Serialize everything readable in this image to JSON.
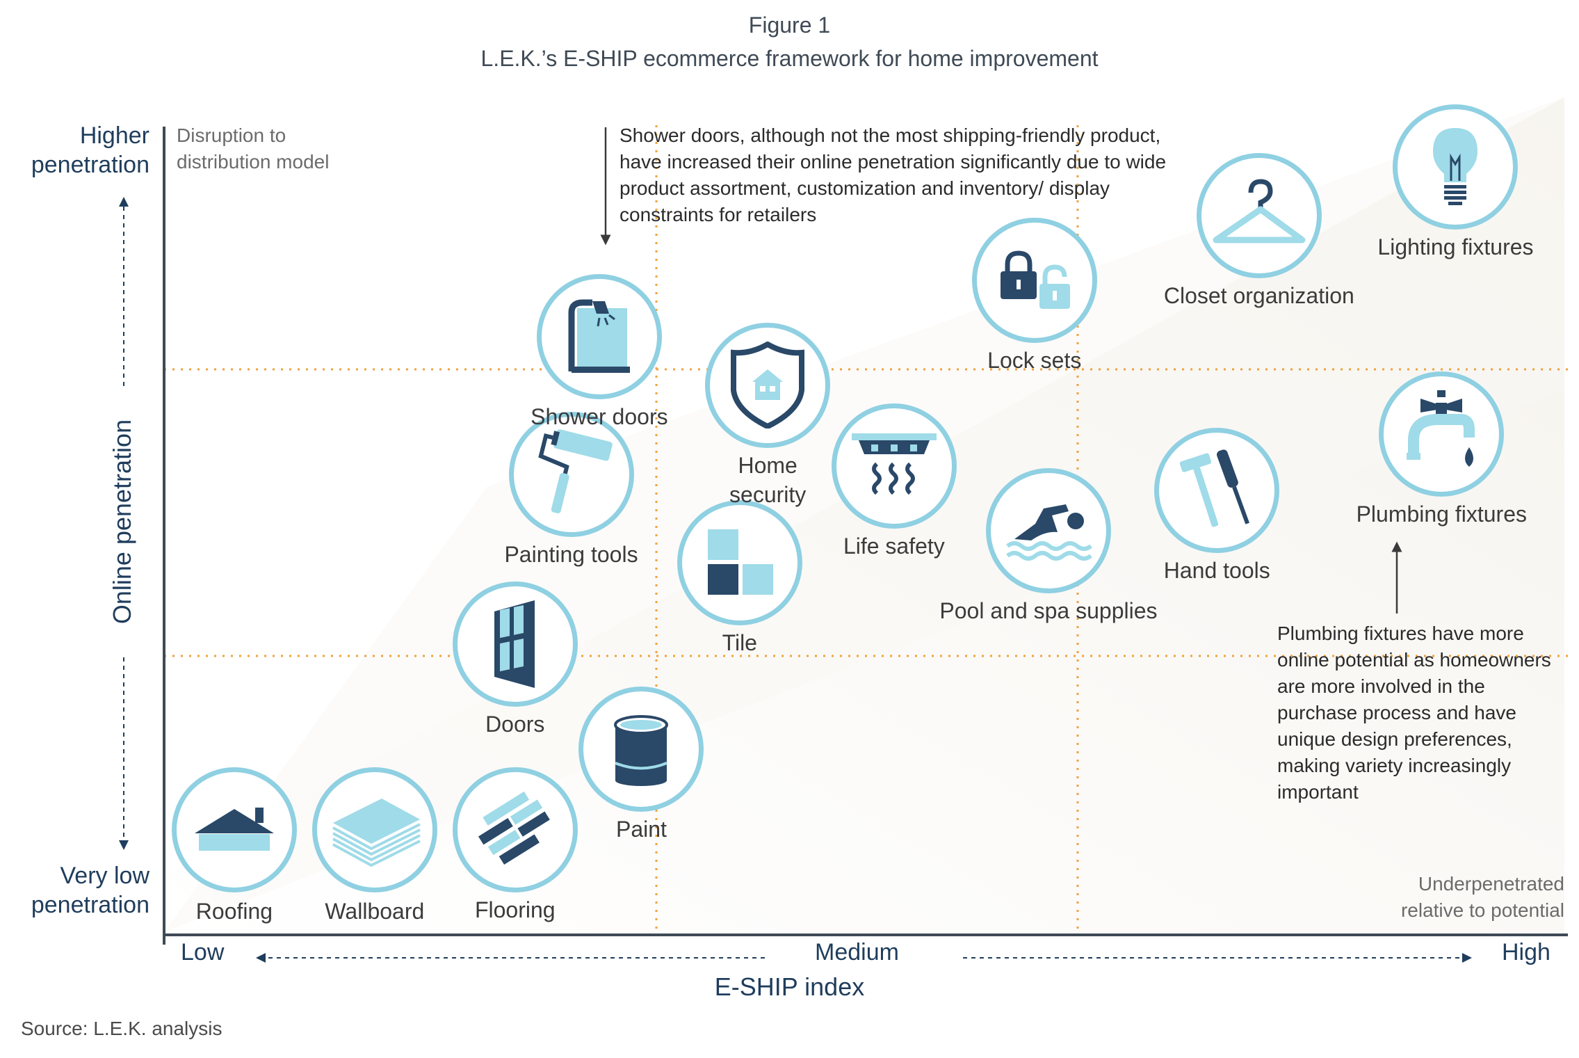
{
  "figure_number": "Figure 1",
  "title": "L.E.K.’s E-SHIP ecommerce framework for home improvement",
  "colors": {
    "circle": "#8fd0e2",
    "icon_dark": "#2a4868",
    "icon_light": "#9fdbe8",
    "guide": "#f0a23c",
    "axis": "#3f4a55",
    "label_navy": "#1f3d5c"
  },
  "y_axis": {
    "title": "Online penetration",
    "top_label": "Higher penetration",
    "bottom_label": "Very low penetration"
  },
  "x_axis": {
    "title": "E-SHIP index",
    "ticks": [
      "Low",
      "Medium",
      "High"
    ]
  },
  "corner_labels": {
    "top_left": "Disruption to distribution model",
    "bottom_right": "Underpenetrated relative to potential"
  },
  "callouts": {
    "shower": "Shower doors, although not the most shipping-friendly product, have increased their online penetration significantly due to wide product assortment, customization and inventory/ display constraints for retailers",
    "plumbing": "Plumbing fixtures have more online potential as homeowners are more involved in the purchase process and have unique design preferences, making variety increasingly important"
  },
  "source": "Source: L.E.K. analysis",
  "chart_data": {
    "type": "scatter",
    "title": "L.E.K.’s E-SHIP ecommerce framework for home improvement",
    "xlabel": "E-SHIP index",
    "ylabel": "Online penetration",
    "x_scale": "qualitative (Low → Medium → High)",
    "y_scale": "qualitative (Very low penetration → Higher penetration)",
    "grid": "dotted orange dividers forming a 3×3 grid",
    "points": [
      {
        "label": "Roofing",
        "icon": "house-roof-icon",
        "x": 0.05,
        "y": 0.13
      },
      {
        "label": "Wallboard",
        "icon": "wallboard-stack-icon",
        "x": 0.15,
        "y": 0.13
      },
      {
        "label": "Flooring",
        "icon": "flooring-planks-icon",
        "x": 0.25,
        "y": 0.13
      },
      {
        "label": "Paint",
        "icon": "paint-can-icon",
        "x": 0.34,
        "y": 0.23
      },
      {
        "label": "Doors",
        "icon": "door-icon",
        "x": 0.25,
        "y": 0.36
      },
      {
        "label": "Tile",
        "icon": "tile-squares-icon",
        "x": 0.41,
        "y": 0.46
      },
      {
        "label": "Painting tools",
        "icon": "paint-roller-icon",
        "x": 0.29,
        "y": 0.57
      },
      {
        "label": "Shower doors",
        "icon": "shower-icon",
        "x": 0.31,
        "y": 0.74
      },
      {
        "label": "Home security",
        "icon": "security-shield-icon",
        "x": 0.43,
        "y": 0.68
      },
      {
        "label": "Life safety",
        "icon": "smoke-detector-icon",
        "x": 0.52,
        "y": 0.58
      },
      {
        "label": "Pool and spa supplies",
        "icon": "swimmer-icon",
        "x": 0.63,
        "y": 0.5
      },
      {
        "label": "Lock sets",
        "icon": "padlock-icon",
        "x": 0.62,
        "y": 0.81
      },
      {
        "label": "Hand tools",
        "icon": "hammer-screwdriver-icon",
        "x": 0.75,
        "y": 0.55
      },
      {
        "label": "Closet organization",
        "icon": "hanger-icon",
        "x": 0.78,
        "y": 0.89
      },
      {
        "label": "Plumbing fixtures",
        "icon": "faucet-icon",
        "x": 0.91,
        "y": 0.62
      },
      {
        "label": "Lighting fixtures",
        "icon": "lightbulb-icon",
        "x": 0.92,
        "y": 0.95
      }
    ]
  }
}
